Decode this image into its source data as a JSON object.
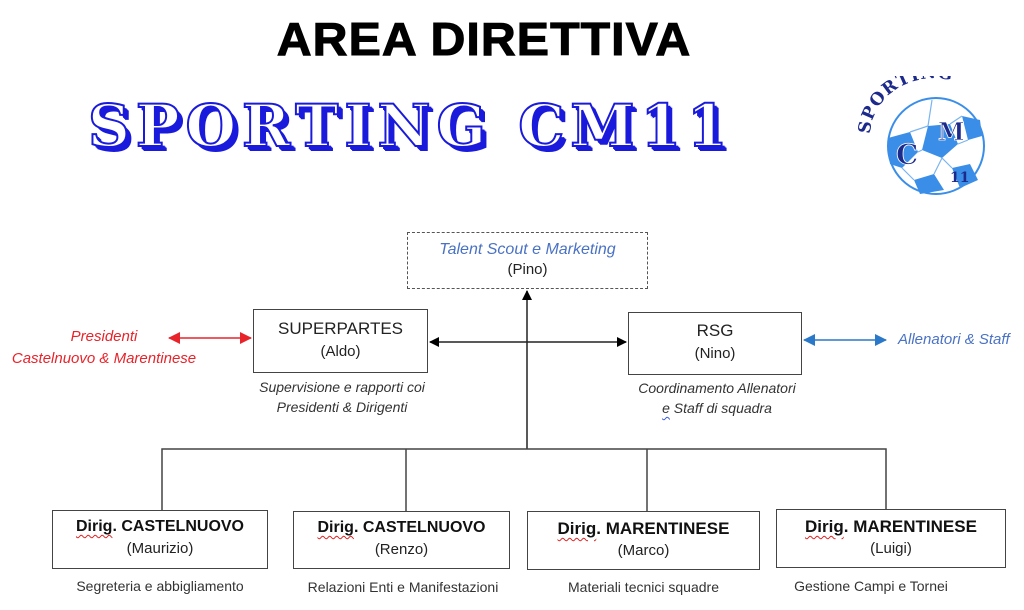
{
  "header": {
    "title": "AREA DIRETTIVA",
    "brand": "SPORTING CM11",
    "logo": {
      "arc_text": "SPORTING",
      "letters_c": "C",
      "letters_m": "M",
      "number": "11",
      "icon": "soccer-ball-logo"
    }
  },
  "colors": {
    "brand_blue": "#1a1adc",
    "logo_blue": "#3a8ee8",
    "logo_navy": "#1c2a8c",
    "presidents_red": "#e8232a",
    "staff_blue": "#2a78c8",
    "italic_blue": "#4a72c4"
  },
  "top_box": {
    "role": "Talent Scout e Marketing",
    "name": "(Pino)"
  },
  "superpartes": {
    "role": "SUPERPARTES",
    "name": "(Aldo)",
    "note_line1": "Supervisione e rapporti coi",
    "note_line2": "Presidenti & Dirigenti"
  },
  "rsg": {
    "role": "RSG",
    "name": "(Nino)",
    "note_line1": "Coordinamento Allenatori",
    "note_line2_first": "e",
    "note_line2_rest": " Staff di squadra"
  },
  "presidents_label": {
    "line1": "Presidenti",
    "line2": "Castelnuovo & Marentinese"
  },
  "staff_label": "Allenatori & Staff",
  "directors": [
    {
      "prefix": "Dirig",
      "club": ". CASTELNUOVO",
      "name": "(Maurizio)",
      "task": "Segreteria e abbigliamento"
    },
    {
      "prefix": "Dirig",
      "club": ". CASTELNUOVO",
      "name": "(Renzo)",
      "task": "Relazioni Enti e Manifestazioni"
    },
    {
      "prefix": "Dirig",
      "club": ". MARENTINESE",
      "name": "(Marco)",
      "task": "Materiali tecnici squadre"
    },
    {
      "prefix": "Dirig",
      "club": ". MARENTINESE",
      "name": "(Luigi)",
      "task": "Gestione Campi e Tornei"
    }
  ]
}
